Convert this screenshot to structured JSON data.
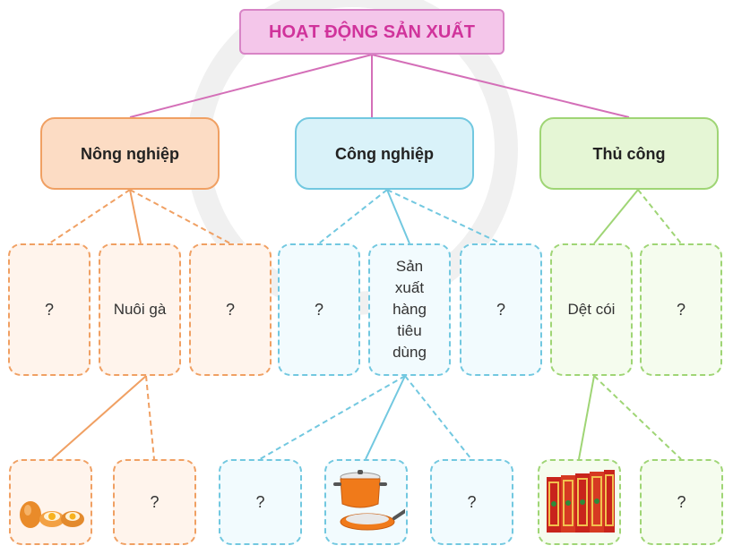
{
  "root": {
    "label": "HOẠT ĐỘNG SẢN XUẤT"
  },
  "categories": [
    {
      "label": "Nông nghiệp",
      "color": "#f0a063"
    },
    {
      "label": "Công nghiệp",
      "color": "#72c8e0"
    },
    {
      "label": "Thủ công",
      "color": "#9fd575"
    }
  ],
  "activities": [
    {
      "label": "?"
    },
    {
      "label": "Nuôi gà"
    },
    {
      "label": "?"
    },
    {
      "label": "?"
    },
    {
      "label": "Sản xuất hàng tiêu dùng"
    },
    {
      "label": "?"
    },
    {
      "label": "Dệt cói"
    },
    {
      "label": "?"
    }
  ],
  "products": [
    {
      "label": "",
      "icon": "eggs-icon"
    },
    {
      "label": "?"
    },
    {
      "label": "?"
    },
    {
      "label": "",
      "icon": "cookware-icon"
    },
    {
      "label": "?"
    },
    {
      "label": "",
      "icon": "sedge-mats-icon"
    },
    {
      "label": "?"
    }
  ]
}
